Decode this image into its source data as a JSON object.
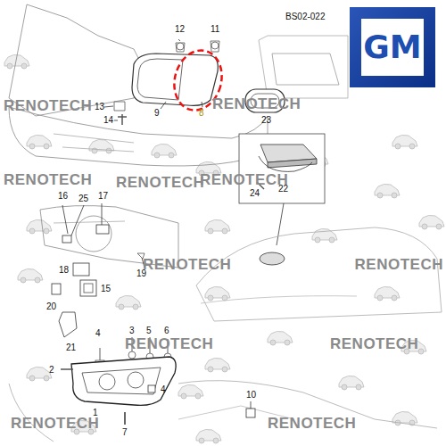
{
  "diagram": {
    "nodes": [
      {
        "text": [
          "GM"
        ]
      }
    ],
    "labels": [
      "BS02-022",
      "12",
      "11",
      "13",
      "14",
      "9",
      "8",
      "23",
      "22",
      "24",
      "16",
      "25",
      "17",
      "18",
      "15",
      "19",
      "20",
      "21",
      "4",
      "3",
      "5",
      "6",
      "2",
      "4",
      "1",
      "7",
      "10",
      "RENOTECH",
      "RENOTECH",
      "RENOTECH",
      "RENOTECH",
      "RENOTECH",
      "RENOTECH",
      "RENOTECH",
      "RENOTECH",
      "RENOTECH",
      "RENOTECH",
      "RENOTECH"
    ]
  }
}
